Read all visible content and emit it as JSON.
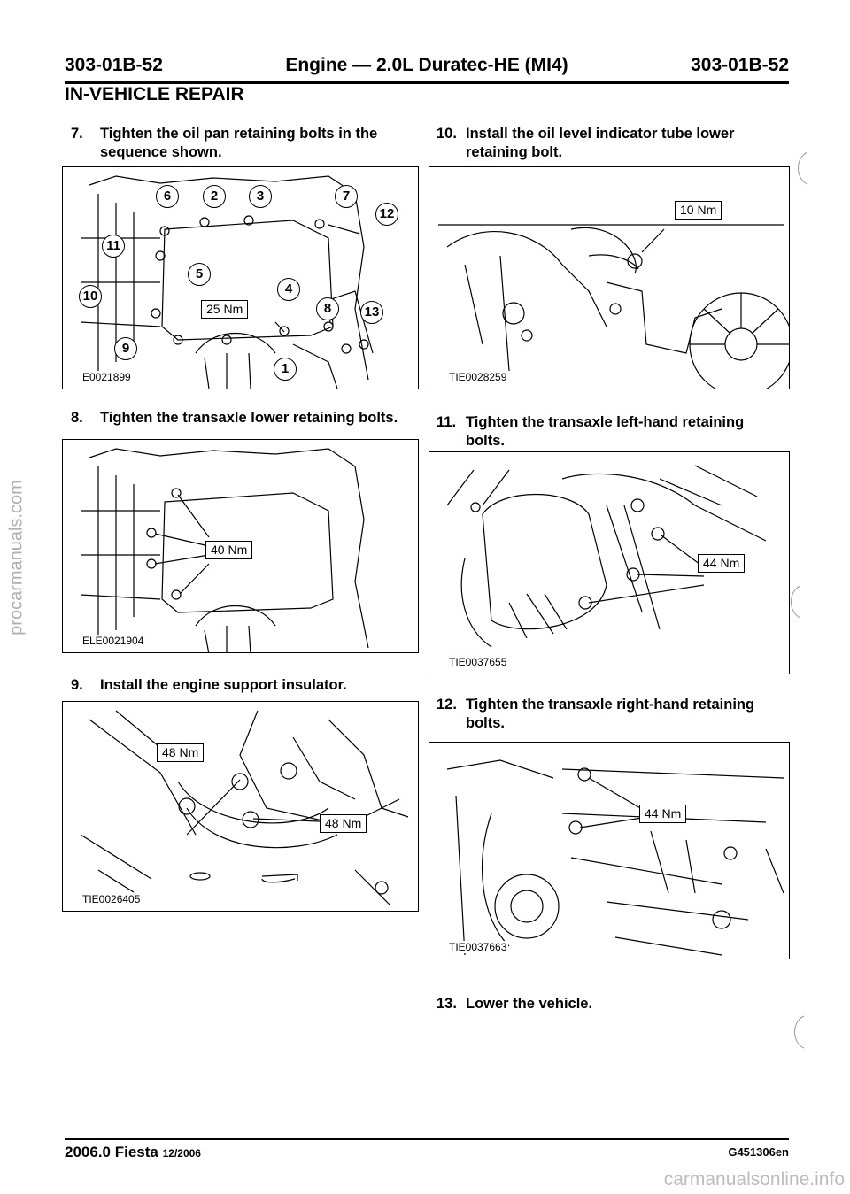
{
  "header": {
    "left": "303-01B-52",
    "center": "Engine — 2.0L Duratec-HE (MI4)",
    "right": "303-01B-52"
  },
  "section": "IN-VEHICLE REPAIR",
  "steps": [
    {
      "num": "7.",
      "text": "Tighten the oil pan retaining bolts in the sequence shown."
    },
    {
      "num": "8.",
      "text": "Tighten the transaxle lower retaining bolts."
    },
    {
      "num": "9.",
      "text": "Install the engine support insulator."
    },
    {
      "num": "10.",
      "text": "Install the oil level indicator tube lower retaining bolt."
    },
    {
      "num": "11.",
      "text": "Tighten the transaxle left-hand retaining bolts."
    },
    {
      "num": "12.",
      "text": "Tighten the transaxle right-hand retaining bolts."
    },
    {
      "num": "13.",
      "text": "Lower the vehicle."
    }
  ],
  "figures": {
    "f7": {
      "id": "E0021899",
      "torque": "25 Nm",
      "callouts": [
        "1",
        "2",
        "3",
        "4",
        "5",
        "6",
        "7",
        "8",
        "9",
        "10",
        "11",
        "12",
        "13"
      ]
    },
    "f8": {
      "id": "ELE0021904",
      "torque": "40 Nm"
    },
    "f9": {
      "id": "TIE0026405",
      "torque_a": "48 Nm",
      "torque_b": "48 Nm"
    },
    "f10": {
      "id": "TIE0028259",
      "torque": "10 Nm"
    },
    "f11": {
      "id": "TIE0037655",
      "torque": "44 Nm"
    },
    "f12": {
      "id": "TIE0037663",
      "torque": "44 Nm"
    }
  },
  "footer": {
    "model": "2006.0 Fiesta",
    "date": "12/2006",
    "code": "G451306en"
  },
  "watermark": "procarmanuals.com",
  "site_watermark": "carmanualsonline.info"
}
